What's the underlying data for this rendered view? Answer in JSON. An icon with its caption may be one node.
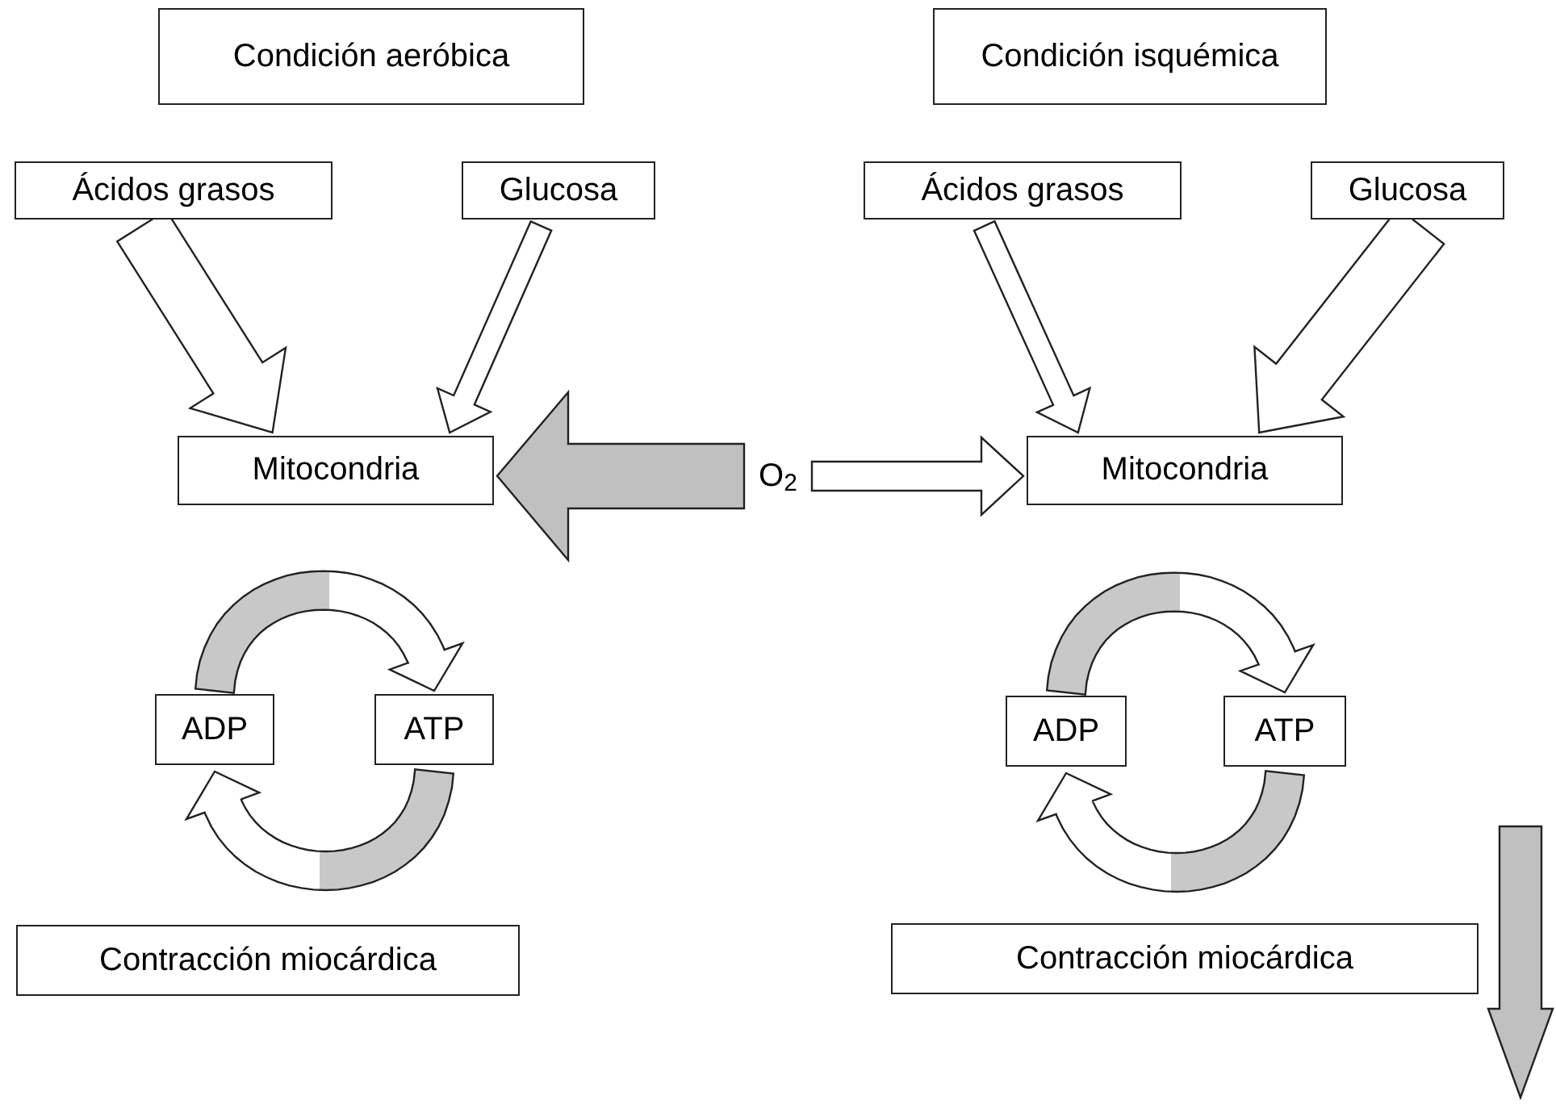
{
  "diagram": {
    "nodes": [
      {
        "text": [
          "Condición aeróbica"
        ]
      },
      {
        "text": [
          "Ácidos grasos"
        ]
      },
      {
        "text": [
          "Glucosa"
        ]
      },
      {
        "text": [
          "Mitocondria"
        ]
      },
      {
        "text": [
          "O$_{2}$"
        ]
      },
      {
        "text": [
          "ADP"
        ]
      },
      {
        "text": [
          "ATP"
        ]
      },
      {
        "text": [
          "Contracción miocárdica"
        ]
      },
      {
        "text": [
          "Condición isquémica"
        ]
      },
      {
        "text": [
          "Ácidos grasos"
        ]
      },
      {
        "text": [
          "Glucosa"
        ]
      },
      {
        "text": [
          "Mitocondria"
        ]
      },
      {
        "text": [
          "ADP"
        ]
      },
      {
        "text": [
          "ATP"
        ]
      },
      {
        "text": [
          "Contracción miocárdica"
        ]
      }
    ],
    "edges": [
      {
        "from": 1,
        "to": 3,
        "arrow": "to",
        "style": "thick"
      },
      {
        "from": 2,
        "to": 3,
        "arrow": "to"
      },
      {
        "from": 4,
        "to": 3,
        "arrow": "to",
        "style": "thick",
        "color": "#c0c0c0"
      },
      {
        "from": 4,
        "to": 11,
        "arrow": "to"
      },
      {
        "from": 9,
        "to": 11,
        "arrow": "to"
      },
      {
        "from": 10,
        "to": 11,
        "arrow": "to",
        "style": "thick"
      },
      {
        "from": 5,
        "to": 6,
        "arrow": "to"
      },
      {
        "from": 6,
        "to": 5,
        "arrow": "to"
      },
      {
        "from": 12,
        "to": 13,
        "arrow": "to"
      },
      {
        "from": 13,
        "to": 12,
        "arrow": "to"
      }
    ]
  }
}
